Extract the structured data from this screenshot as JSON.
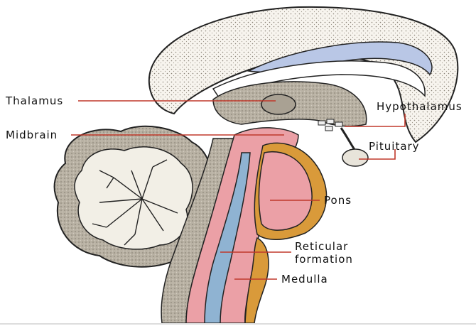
{
  "labels": {
    "thalamus": "Thalamus",
    "midbrain": "Midbrain",
    "hypothalamus": "Hypothalamus",
    "pituitary": "Pituitary",
    "pons": "Pons",
    "reticular_line1": "Reticular",
    "reticular_line2": "formation",
    "medulla": "Medulla"
  },
  "colors": {
    "leader_line": "#c0392b",
    "cortex_fill": "#f6f3ec",
    "gray_matter": "#bdb6a8",
    "white_matter": "#f2efe6",
    "lateral_ventricle": "#b9c7e6",
    "brainstem_pink": "#eba0a6",
    "central_canal": "#8fb3d2",
    "pons_orange": "#d99a3a",
    "outline": "#222222"
  }
}
